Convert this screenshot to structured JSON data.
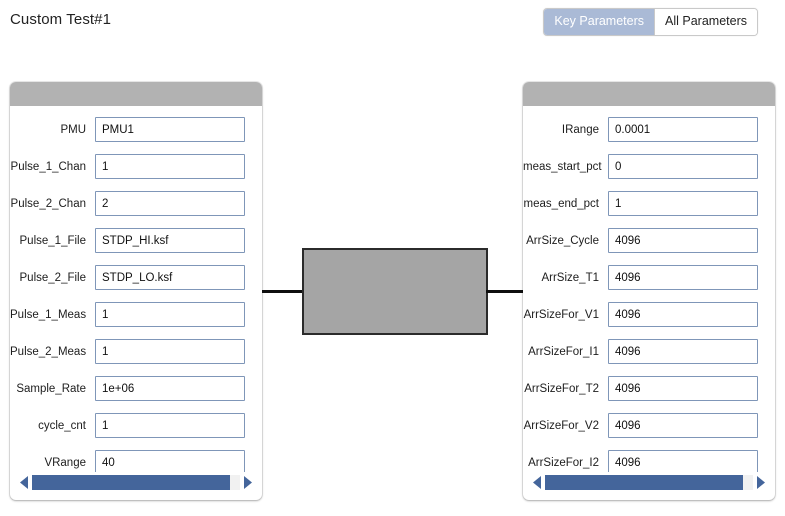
{
  "header": {
    "title": "Custom Test#1",
    "toggle": {
      "key_parameters_label": "Key Parameters",
      "all_parameters_label": "All Parameters",
      "active": "Key Parameters",
      "active_bg": "#aabad6",
      "inactive_bg": "#ffffff"
    }
  },
  "left_panel": {
    "scroll": {
      "thumb_color": "#44659b",
      "position_pct": 0
    },
    "params": [
      {
        "label": "PMU",
        "value": "PMU1"
      },
      {
        "label": "Pulse_1_Chan",
        "value": "1"
      },
      {
        "label": "Pulse_2_Chan",
        "value": "2"
      },
      {
        "label": "Pulse_1_File",
        "value": "STDP_HI.ksf"
      },
      {
        "label": "Pulse_2_File",
        "value": "STDP_LO.ksf"
      },
      {
        "label": "Pulse_1_Meas",
        "value": "1"
      },
      {
        "label": "Pulse_2_Meas",
        "value": "1"
      },
      {
        "label": "Sample_Rate",
        "value": "1e+06"
      },
      {
        "label": "cycle_cnt",
        "value": "1"
      },
      {
        "label": "VRange",
        "value": "40"
      }
    ]
  },
  "right_panel": {
    "scroll": {
      "thumb_color": "#44659b",
      "position_pct": 0
    },
    "params": [
      {
        "label": "IRange",
        "value": "0.0001"
      },
      {
        "label": "meas_start_pct",
        "value": "0"
      },
      {
        "label": "meas_end_pct",
        "value": "1"
      },
      {
        "label": "ArrSize_Cycle",
        "value": "4096"
      },
      {
        "label": "ArrSize_T1",
        "value": "4096"
      },
      {
        "label": "ArrSizeFor_V1",
        "value": "4096"
      },
      {
        "label": "ArrSizeFor_I1",
        "value": "4096"
      },
      {
        "label": "ArrSizeFor_T2",
        "value": "4096"
      },
      {
        "label": "ArrSizeFor_V2",
        "value": "4096"
      },
      {
        "label": "ArrSizeFor_I2",
        "value": "4096"
      }
    ]
  },
  "device": {
    "fill_color": "#a5a5a5",
    "border_color": "#2b2b2b",
    "wire_color": "#0f0f0f"
  }
}
